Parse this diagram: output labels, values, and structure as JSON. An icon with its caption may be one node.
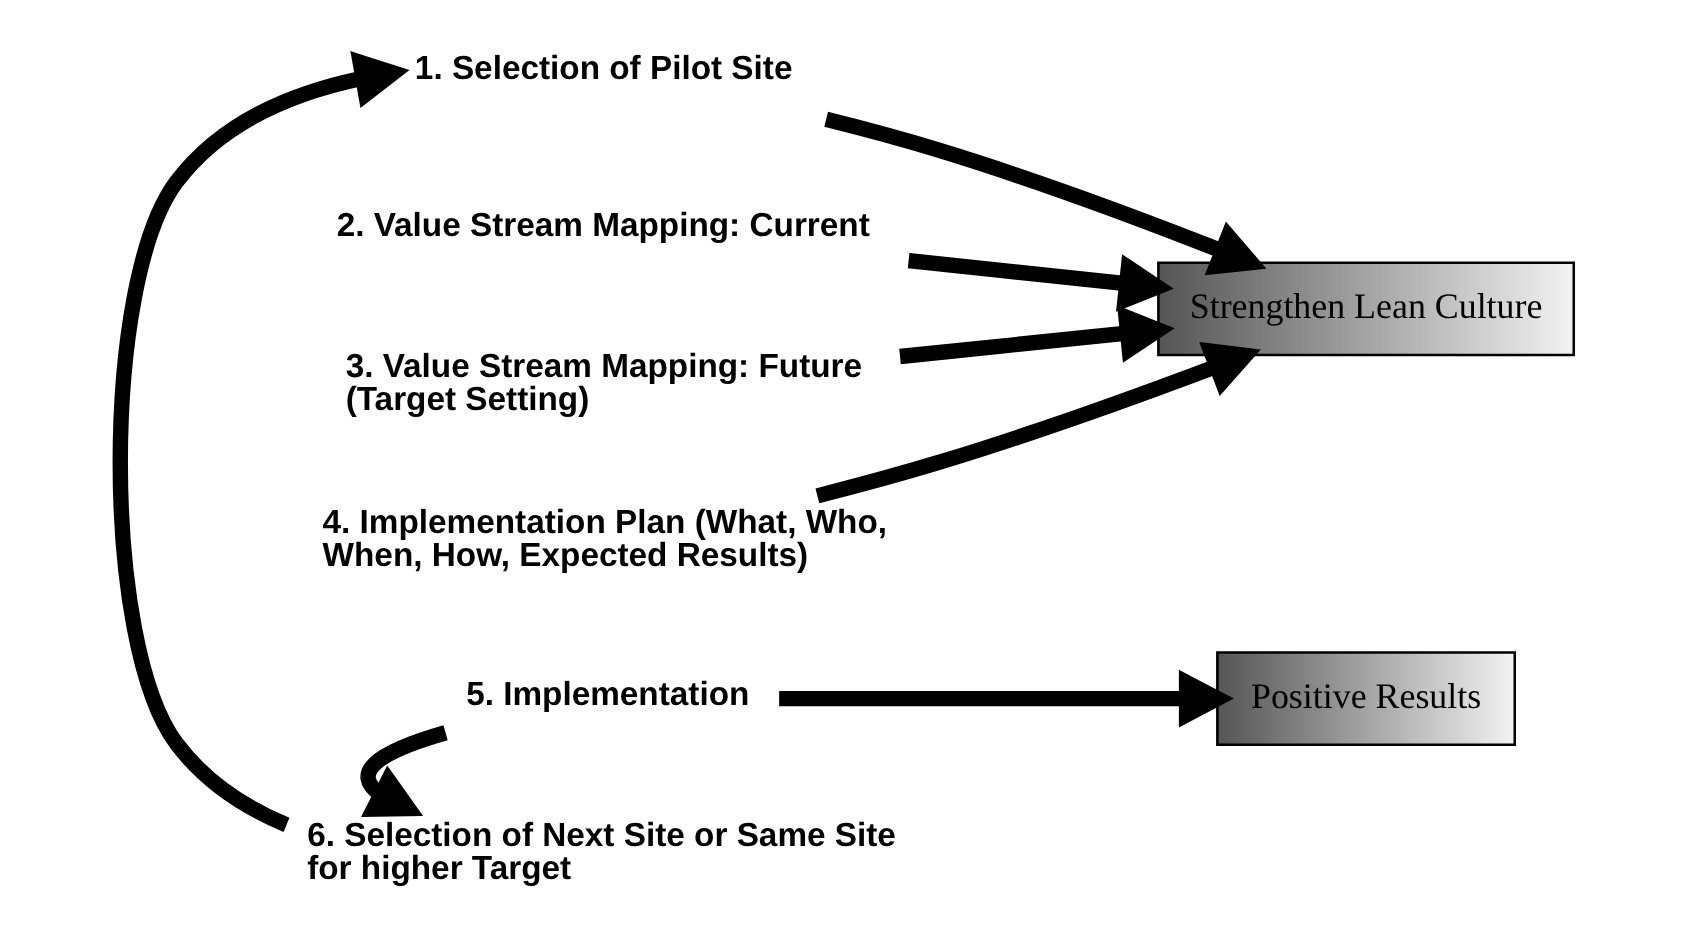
{
  "diagram": {
    "nodes": [
      {
        "text": [
          "1. Selection of Pilot Site"
        ]
      },
      {
        "text": [
          "2. Value Stream Mapping: Current"
        ]
      },
      {
        "text": [
          "3. Value Stream Mapping: Future (Target Setting)"
        ]
      },
      {
        "text": [
          "4. Implementation Plan (What, Who, When, How, Expected Results)"
        ]
      },
      {
        "text": [
          "5. Implementation"
        ]
      },
      {
        "text": [
          "6. Selection of Next Site or Same Site for higher Target"
        ]
      },
      {
        "text": [
          "Strengthen Lean Culture"
        ]
      },
      {
        "text": [
          "Positive Results"
        ]
      }
    ],
    "edges": [
      {
        "from": 0,
        "to": 6,
        "arrow": "to"
      },
      {
        "from": 1,
        "to": 6,
        "arrow": "to"
      },
      {
        "from": 2,
        "to": 6,
        "arrow": "to"
      },
      {
        "from": 3,
        "to": 6,
        "arrow": "to"
      },
      {
        "from": 4,
        "to": 7,
        "arrow": "to"
      },
      {
        "from": 4,
        "to": 5,
        "arrow": "to"
      },
      {
        "from": 5,
        "to": 0,
        "arrow": "to"
      }
    ]
  }
}
